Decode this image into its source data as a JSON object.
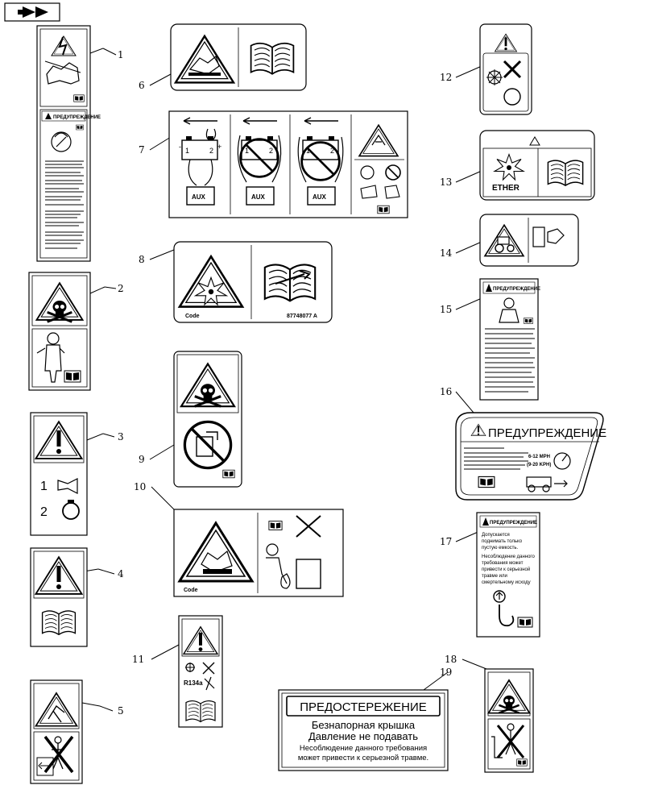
{
  "callouts": [
    "1",
    "2",
    "3",
    "4",
    "5",
    "6",
    "7",
    "8",
    "9",
    "10",
    "11",
    "12",
    "13",
    "14",
    "15",
    "16",
    "17",
    "18",
    "19"
  ],
  "labels": {
    "l1": {
      "header": "ПРЕДУПРЕЖДЕНИЕ"
    },
    "l3": {
      "step1": "1",
      "step2": "2"
    },
    "l7": {
      "aux": "AUX",
      "minus": "-",
      "plus": "+",
      "one": "1",
      "two": "2"
    },
    "l8": {
      "code": "Code",
      "part": "87748077 A"
    },
    "l10": {
      "code": "Code"
    },
    "l11": {
      "refrigerant": "R134a"
    },
    "l13": {
      "ether": "ETHER"
    },
    "l15": {
      "header": "ПРЕДУПРЕЖДЕНИЕ"
    },
    "l16": {
      "header": "ПРЕДУПРЕЖДЕНИЕ",
      "speed1": "6-12 MPH",
      "speed2": "(9-20 KPH)"
    },
    "l17": {
      "header": "ПРЕДУПРЕЖДЕНИЕ",
      "line1": "Допускается",
      "line2": "поднимать только",
      "line3": "пустую емкость.",
      "line4": "Несоблюдение данного",
      "line5": "требования может",
      "line6": "привести к серьезной",
      "line7": "травме или",
      "line8": "смертельному исходу"
    },
    "l19": {
      "header": "ПРЕДОСТЕРЕЖЕНИЕ",
      "line1": "Безнапорная крышка",
      "line2": "Давление не подавать",
      "line3": "Несоблюдение данного требования",
      "line4": "может привести к серьезной травме."
    }
  }
}
